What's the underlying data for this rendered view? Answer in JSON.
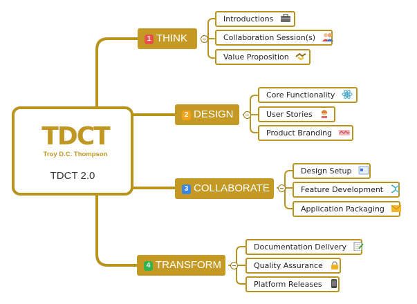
{
  "root": {
    "logo_mark": "TDCT",
    "logo_name": "Troy D.C. Thompson",
    "title": "TDCT 2.0"
  },
  "colors": {
    "line": "#b8941d",
    "topic_fill": "#c49a24",
    "badge_1": "#e8514a",
    "badge_2": "#f2a31b",
    "badge_3": "#3b86e4",
    "badge_4": "#31b44b"
  },
  "topics": [
    {
      "number": "1",
      "label": "THINK",
      "children": [
        {
          "label": "Introductions",
          "icon": "briefcase-icon"
        },
        {
          "label": "Collaboration Session(s)",
          "icon": "people-icon"
        },
        {
          "label": "Value Proposition",
          "icon": "handshake-icon"
        }
      ]
    },
    {
      "number": "2",
      "label": "DESIGN",
      "children": [
        {
          "label": "Core Functionality",
          "icon": "atom-icon"
        },
        {
          "label": "User Stories",
          "icon": "person-icon"
        },
        {
          "label": "Product Branding",
          "icon": "swatch-icon"
        }
      ]
    },
    {
      "number": "3",
      "label": "COLLABORATE",
      "children": [
        {
          "label": "Design Setup",
          "icon": "window-icon"
        },
        {
          "label": "Feature Development",
          "icon": "dna-icon"
        },
        {
          "label": "Application Packaging",
          "icon": "envelope-icon"
        }
      ]
    },
    {
      "number": "4",
      "label": "TRANSFORM",
      "children": [
        {
          "label": "Documentation Delivery",
          "icon": "clipboard-icon"
        },
        {
          "label": "Quality Assurance",
          "icon": "lock-icon"
        },
        {
          "label": "Platform Releases",
          "icon": "phone-icon"
        }
      ]
    }
  ]
}
